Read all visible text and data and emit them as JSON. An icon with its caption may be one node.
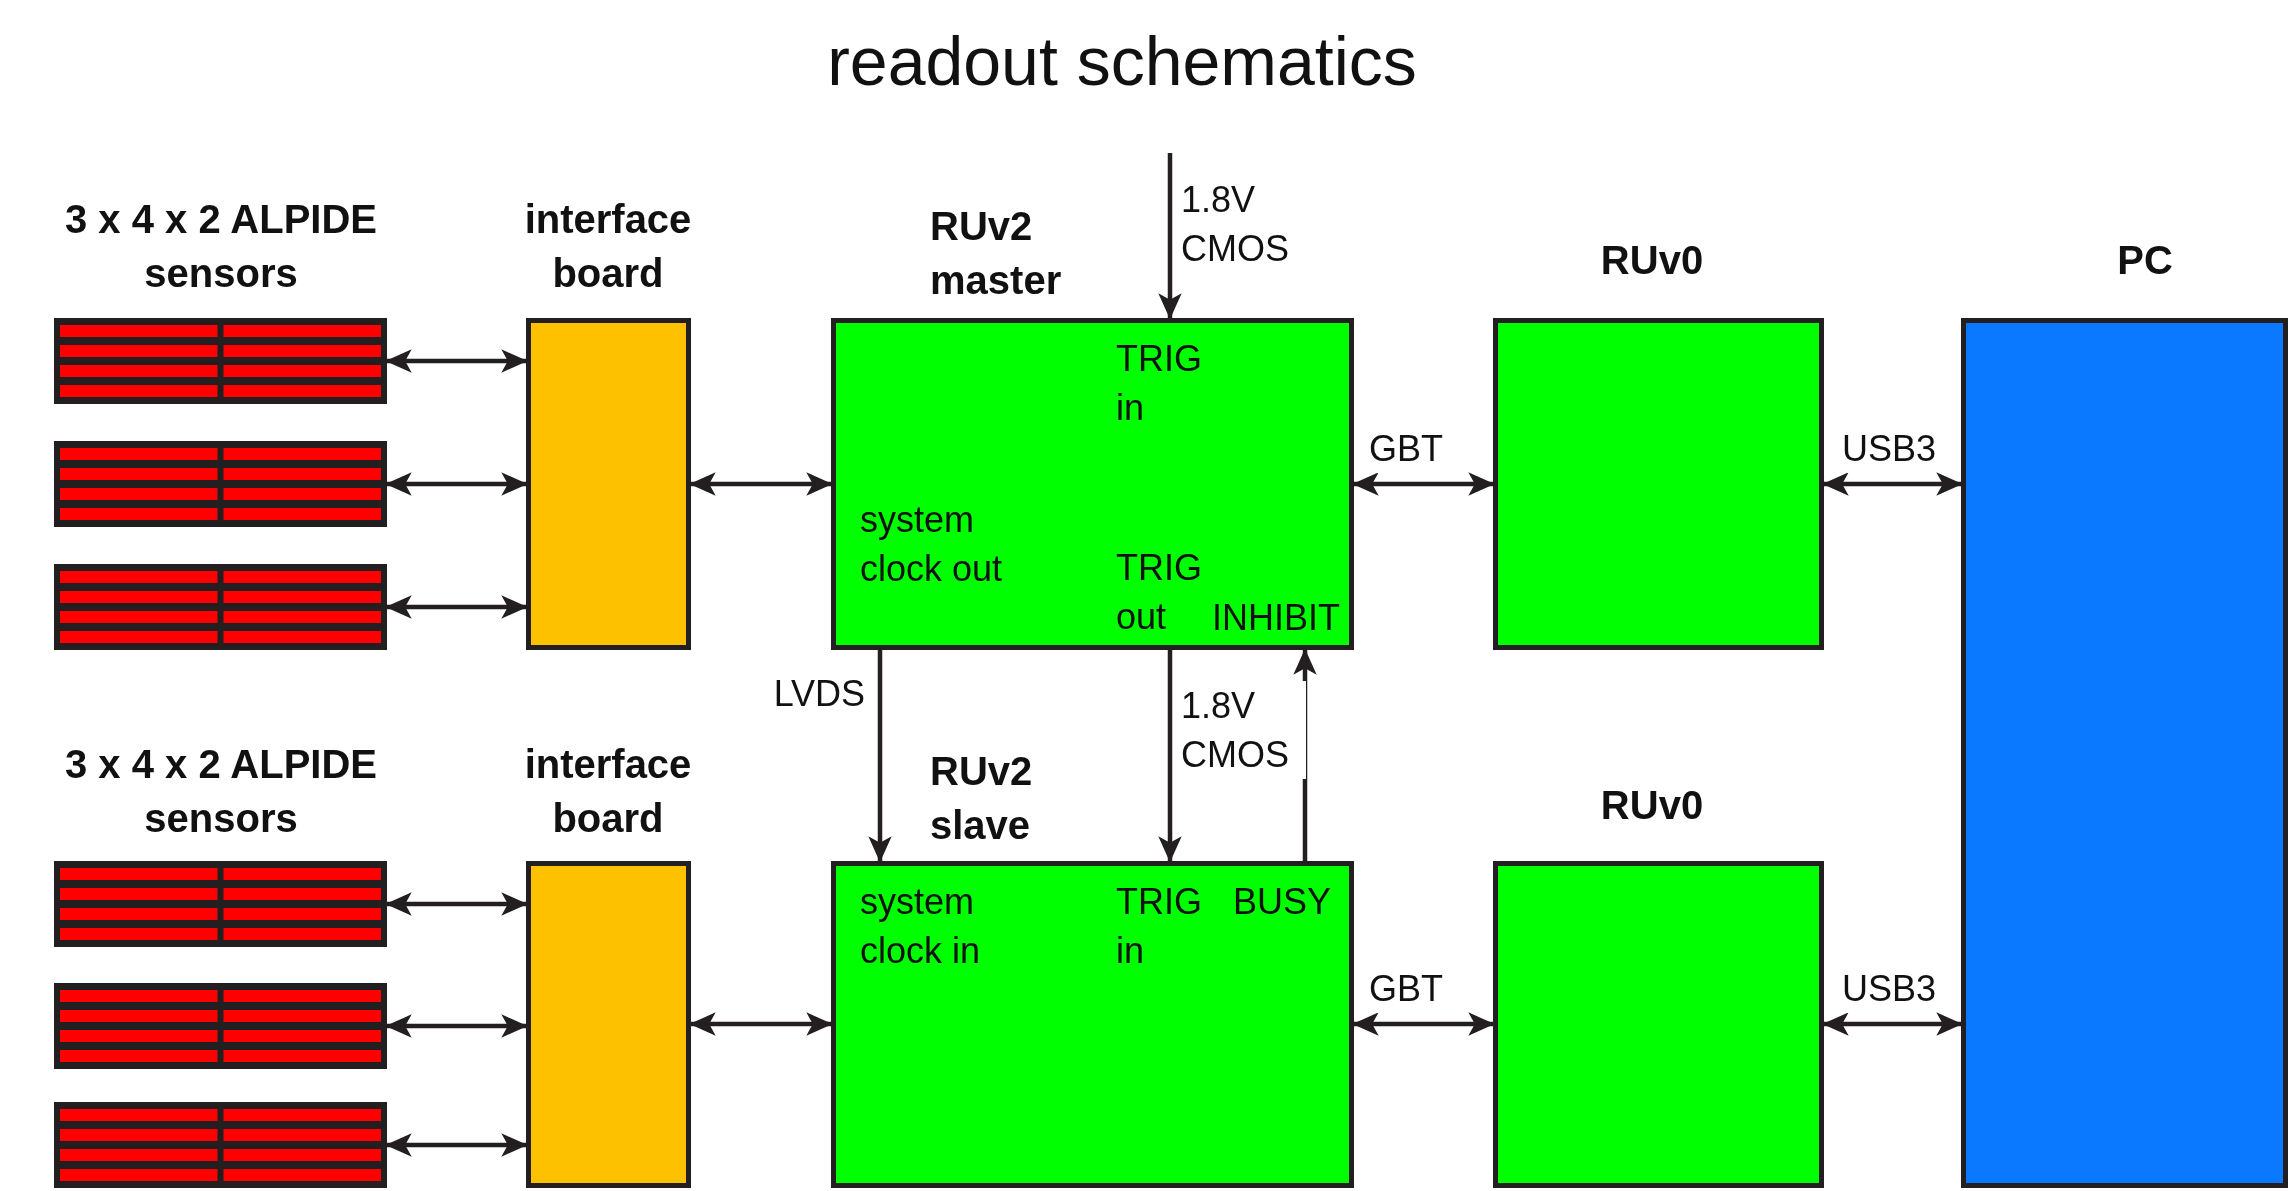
{
  "diagram": {
    "title": "readout schematics",
    "nodes": [
      {
        "text": [],
        "shape": "picture"
      },
      {
        "text": [],
        "shape": "picture"
      },
      {
        "text": [],
        "shape": "picture"
      },
      {
        "text": [
          "interface board"
        ]
      },
      {
        "text": [
          "RUv2 master",
          "TRIG in",
          "system clock out",
          "TRIG out",
          "INHIBIT"
        ]
      },
      {
        "text": [
          "RUv0"
        ]
      },
      {
        "text": [
          "PC"
        ]
      },
      {
        "text": [],
        "shape": "picture"
      },
      {
        "text": [],
        "shape": "picture"
      },
      {
        "text": [],
        "shape": "picture"
      },
      {
        "text": [
          "interface board"
        ]
      },
      {
        "text": [
          "RUv2 slave",
          "system clock in",
          "TRIG in",
          "BUSY"
        ]
      },
      {
        "text": [
          "RUv0"
        ]
      }
    ],
    "edges": [
      {
        "from": 0,
        "to": 3,
        "arrow": "both"
      },
      {
        "from": 1,
        "to": 3,
        "arrow": "both"
      },
      {
        "from": 2,
        "to": 3,
        "arrow": "both"
      },
      {
        "from": 3,
        "to": 4,
        "arrow": "both"
      },
      {
        "from": 4,
        "to": 5,
        "arrow": "both",
        "label": "GBT"
      },
      {
        "from": 5,
        "to": 6,
        "arrow": "both",
        "label": "USB3"
      },
      {
        "from": null,
        "to": 4,
        "arrow": "to",
        "label": "1.8V CMOS"
      },
      {
        "from": 4,
        "to": 11,
        "arrow": "to",
        "label": "LVDS"
      },
      {
        "from": 4,
        "to": 11,
        "arrow": "to",
        "label": "1.8V CMOS"
      },
      {
        "from": 11,
        "to": 4,
        "arrow": "to"
      },
      {
        "from": 7,
        "to": 10,
        "arrow": "both"
      },
      {
        "from": 8,
        "to": 10,
        "arrow": "both"
      },
      {
        "from": 9,
        "to": 10,
        "arrow": "both"
      },
      {
        "from": 10,
        "to": 11,
        "arrow": "both"
      },
      {
        "from": 11,
        "to": 12,
        "arrow": "both",
        "label": "GBT"
      },
      {
        "from": 12,
        "to": 6,
        "arrow": "both",
        "label": "USB3"
      }
    ],
    "labels": [
      "3 x 4 x 2 ALPIDE sensors",
      "3 x 4 x 2 ALPIDE sensors"
    ]
  }
}
